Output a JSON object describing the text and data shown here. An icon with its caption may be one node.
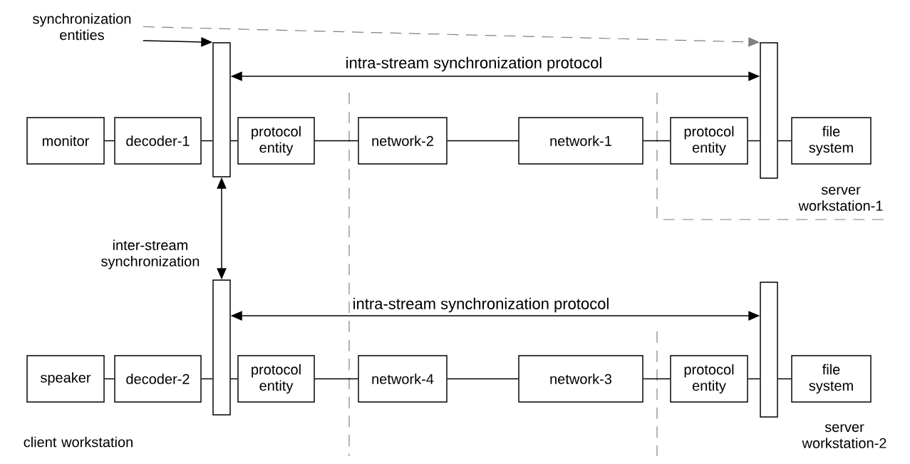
{
  "diagram": {
    "nodes": [
      {
        "text": [
          "synchronization entities"
        ]
      },
      {
        "text": [
          "monitor"
        ]
      },
      {
        "text": [
          "decoder-1"
        ]
      },
      {
        "text": [],
        "shape": "bar"
      },
      {
        "text": [
          "protocol entity"
        ]
      },
      {
        "text": [
          "network-2"
        ]
      },
      {
        "text": [
          "network-1"
        ]
      },
      {
        "text": [
          "protocol entity"
        ]
      },
      {
        "text": [],
        "shape": "bar"
      },
      {
        "text": [
          "file system"
        ]
      },
      {
        "text": [
          "speaker"
        ]
      },
      {
        "text": [
          "decoder-2"
        ]
      },
      {
        "text": [],
        "shape": "bar"
      },
      {
        "text": [
          "protocol entity"
        ]
      },
      {
        "text": [
          "network-4"
        ]
      },
      {
        "text": [
          "network-3"
        ]
      },
      {
        "text": [
          "protocol entity"
        ]
      },
      {
        "text": [],
        "shape": "bar"
      },
      {
        "text": [
          "file system"
        ]
      }
    ],
    "edges": [
      {
        "from": 0,
        "to": 8,
        "arrow": "to",
        "style": "dashed",
        "color": "#808080"
      },
      {
        "from": 0,
        "to": 3,
        "arrow": "to"
      },
      {
        "from": 3,
        "to": 8,
        "arrow": "both",
        "label": "intra-stream synchronization protocol"
      },
      {
        "from": 1,
        "to": 2,
        "arrow": "none"
      },
      {
        "from": 2,
        "to": 3,
        "arrow": "none"
      },
      {
        "from": 3,
        "to": 4,
        "arrow": "none"
      },
      {
        "from": 4,
        "to": 5,
        "arrow": "none"
      },
      {
        "from": 5,
        "to": 6,
        "arrow": "none"
      },
      {
        "from": 6,
        "to": 7,
        "arrow": "none"
      },
      {
        "from": 7,
        "to": 8,
        "arrow": "none"
      },
      {
        "from": 8,
        "to": 9,
        "arrow": "none"
      },
      {
        "from": 3,
        "to": 12,
        "arrow": "both",
        "label": "inter-stream synchronization"
      },
      {
        "from": 12,
        "to": 17,
        "arrow": "both",
        "label": "intra-stream synchronization protocol"
      },
      {
        "from": 10,
        "to": 11,
        "arrow": "none"
      },
      {
        "from": 11,
        "to": 12,
        "arrow": "none"
      },
      {
        "from": 12,
        "to": 13,
        "arrow": "none"
      },
      {
        "from": 13,
        "to": 14,
        "arrow": "none"
      },
      {
        "from": 14,
        "to": 15,
        "arrow": "none"
      },
      {
        "from": 15,
        "to": 16,
        "arrow": "none"
      },
      {
        "from": 16,
        "to": 17,
        "arrow": "none"
      },
      {
        "from": 17,
        "to": 18,
        "arrow": "none"
      }
    ],
    "labels": [
      "server workstation-1",
      "client workstation",
      "server workstation-2"
    ]
  }
}
